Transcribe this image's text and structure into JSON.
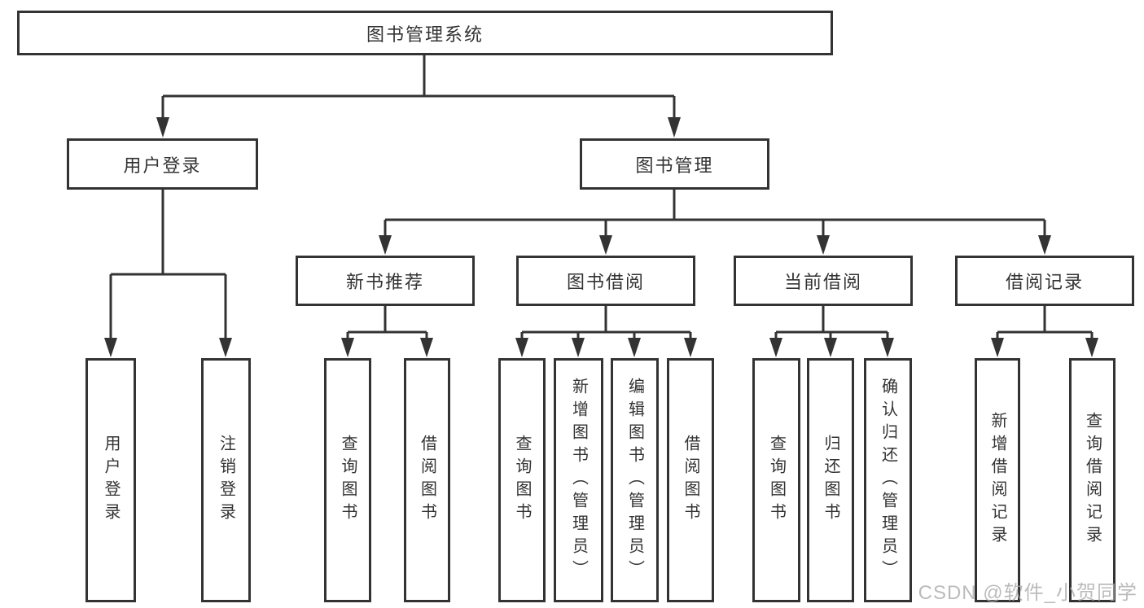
{
  "diagram": {
    "type": "hierarchy-tree",
    "colors": {
      "line": "#333333",
      "text": "#333333",
      "background": "#ffffff",
      "watermark": "#ababab"
    }
  },
  "tree": {
    "label": "图书管理系统",
    "children": [
      {
        "label": "用户登录",
        "children": [
          {
            "label": "用户登录"
          },
          {
            "label": "注销登录"
          }
        ]
      },
      {
        "label": "图书管理",
        "children": [
          {
            "label": "新书推荐",
            "children": [
              {
                "label": "查询图书"
              },
              {
                "label": "借阅图书"
              }
            ]
          },
          {
            "label": "图书借阅",
            "children": [
              {
                "label": "查询图书"
              },
              {
                "label": "新增图书（管理员）"
              },
              {
                "label": "编辑图书（管理员）"
              },
              {
                "label": "借阅图书"
              }
            ]
          },
          {
            "label": "当前借阅",
            "children": [
              {
                "label": "查询图书"
              },
              {
                "label": "归还图书"
              },
              {
                "label": "确认归还（管理员）"
              }
            ]
          },
          {
            "label": "借阅记录",
            "children": [
              {
                "label": "新增借阅记录"
              },
              {
                "label": "查询借阅记录"
              }
            ]
          }
        ]
      }
    ]
  },
  "watermark": "CSDN @软件_小贺同学"
}
